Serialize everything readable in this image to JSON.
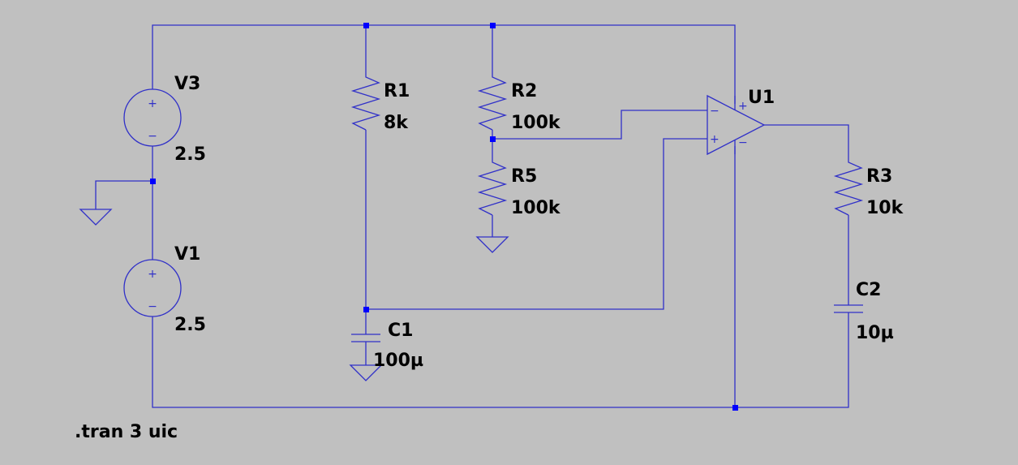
{
  "components": {
    "v3": {
      "name": "V3",
      "value": "2.5"
    },
    "v1": {
      "name": "V1",
      "value": "2.5"
    },
    "r1": {
      "name": "R1",
      "value": "8k"
    },
    "r2": {
      "name": "R2",
      "value": "100k"
    },
    "r5": {
      "name": "R5",
      "value": "100k"
    },
    "r3": {
      "name": "R3",
      "value": "10k"
    },
    "c1": {
      "name": "C1",
      "value": "100µ"
    },
    "c2": {
      "name": "C2",
      "value": "10µ"
    },
    "u1": {
      "name": "U1",
      "inv_pin": "−",
      "noninv_pin": "+",
      "supply_pos": "+",
      "supply_neg": "−"
    }
  },
  "source_symbols": {
    "plus": "+",
    "minus": "−"
  },
  "directive": ".tran 3 uic",
  "colors": {
    "background": "#c0c0c0",
    "wire": "#3030c8",
    "junction": "#0000ff",
    "text": "#000000"
  }
}
